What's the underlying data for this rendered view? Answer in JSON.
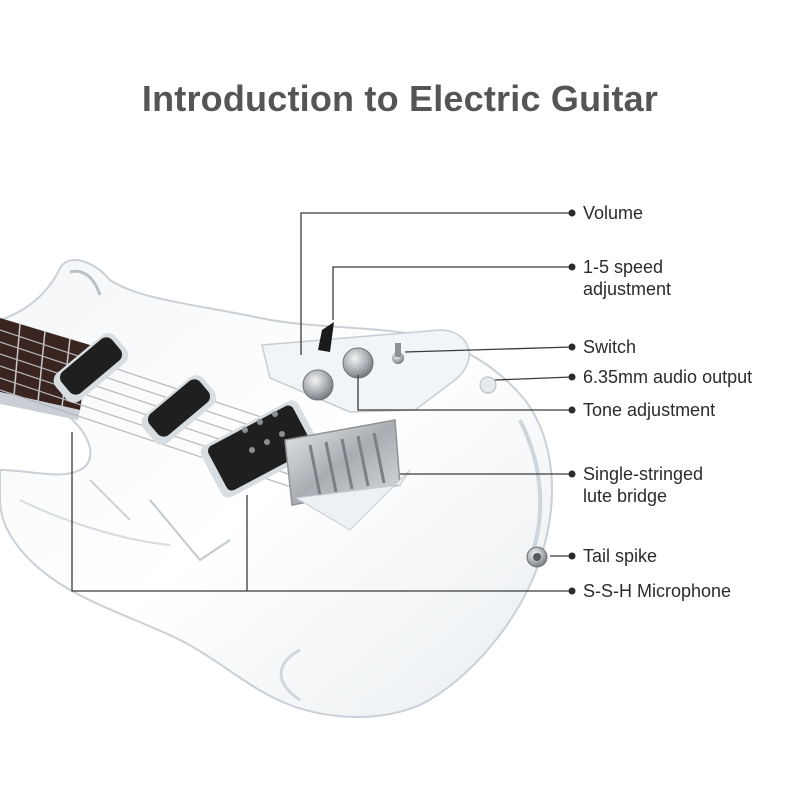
{
  "title": "Introduction to Electric Guitar",
  "labels": {
    "volume": "Volume",
    "speed_1": "1-5 speed",
    "speed_2": "adjustment",
    "switch": "Switch",
    "audio_output": "6.35mm audio output",
    "tone": "Tone adjustment",
    "bridge_1": "Single-stringed",
    "bridge_2": "lute bridge",
    "tail_spike": "Tail spike",
    "microphone": "S-S-H Microphone"
  },
  "colors": {
    "title": "#555555",
    "label_text": "#2b2b2b",
    "leader_line": "#3a3a3a",
    "fretboard": "#3a2420",
    "pickup": "#1f1f1f",
    "chrome": "#b9bcc0"
  }
}
